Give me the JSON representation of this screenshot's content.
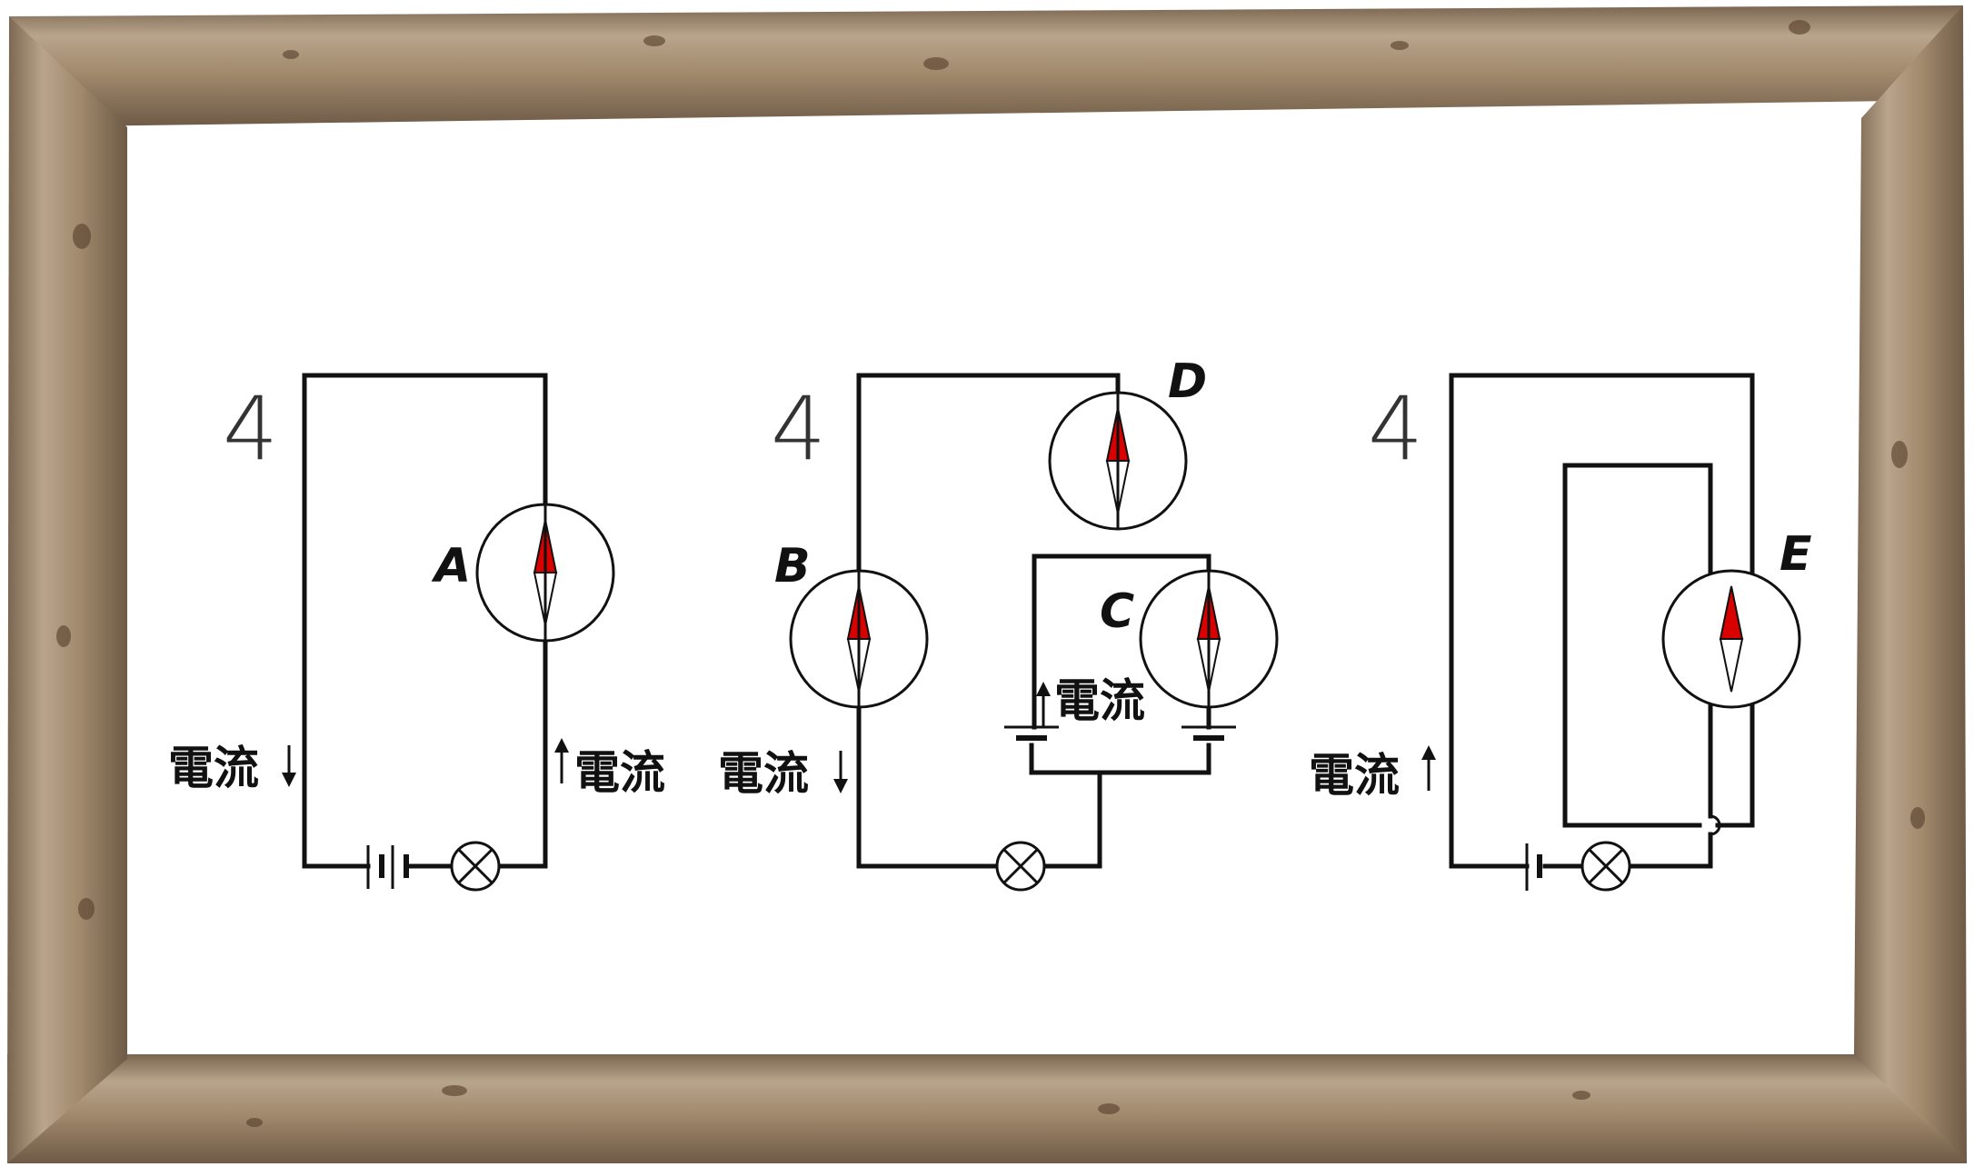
{
  "frame": {
    "material": "wooden-log-frame",
    "wood_color": "#a48b6d",
    "bark_dark": "#5a4330"
  },
  "colors": {
    "needle_north": "#d90000",
    "wire": "#111111",
    "background": "#ffffff"
  },
  "panels": [
    {
      "number": "4",
      "compasses": [
        {
          "label": "A"
        }
      ],
      "current_labels": [
        {
          "text": "電流",
          "direction": "down"
        },
        {
          "text": "電流",
          "direction": "up"
        }
      ]
    },
    {
      "number": "4",
      "compasses": [
        {
          "label": "B"
        },
        {
          "label": "C"
        },
        {
          "label": "D"
        }
      ],
      "current_labels": [
        {
          "text": "電流",
          "direction": "down"
        },
        {
          "text": "電流",
          "direction": "up"
        }
      ]
    },
    {
      "number": "4",
      "compasses": [
        {
          "label": "E"
        }
      ],
      "current_labels": [
        {
          "text": "電流",
          "direction": "up"
        }
      ]
    }
  ]
}
